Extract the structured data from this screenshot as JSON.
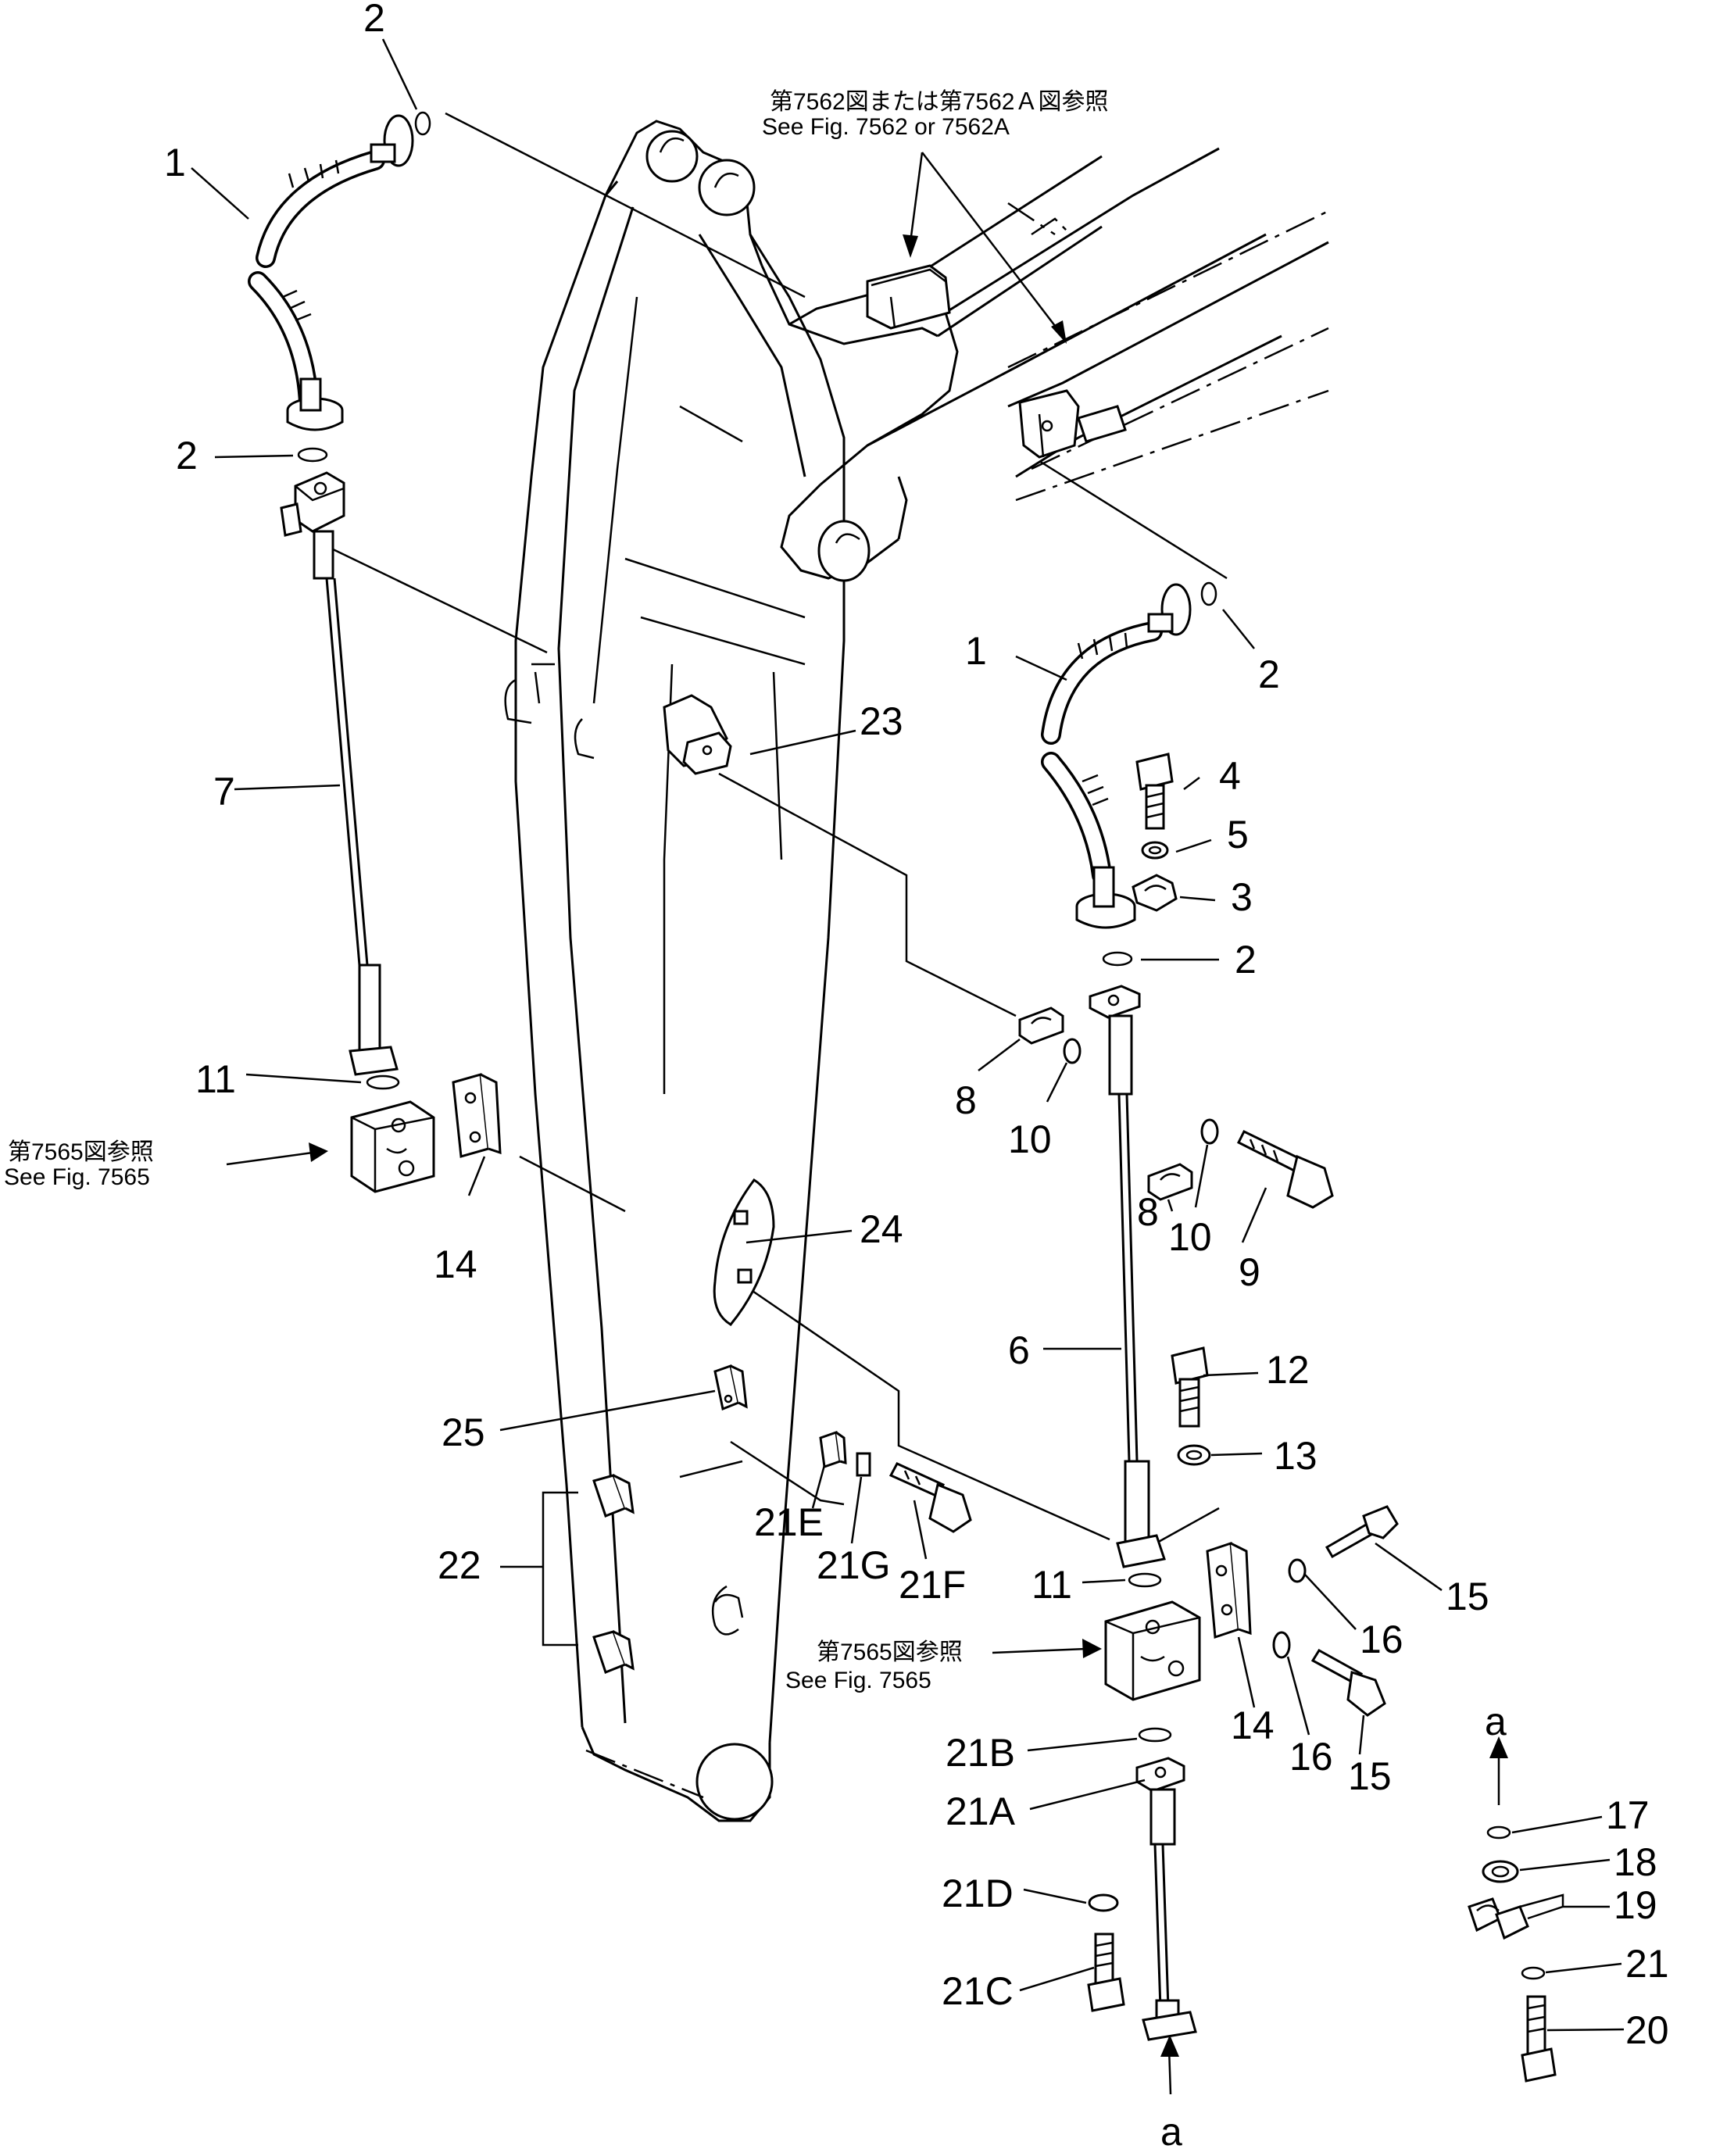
{
  "references": {
    "top": {
      "jp": "第7562図または第7562Ａ図参照",
      "en": "See  Fig.  7562   or   7562A"
    },
    "left": {
      "jp": "第7565図参照",
      "en": "See  Fig.  7565"
    },
    "center": {
      "jp": "第7565図参照",
      "en": "See  Fig.  7565"
    }
  },
  "callouts": {
    "c1a": "1",
    "c1b": "1",
    "c2a": "2",
    "c2b": "2",
    "c2c": "2",
    "c2d": "2",
    "c3": "3",
    "c4": "4",
    "c5": "5",
    "c6": "6",
    "c7": "7",
    "c8a": "8",
    "c8b": "8",
    "c9": "9",
    "c10a": "10",
    "c10b": "10",
    "c11a": "11",
    "c11b": "11",
    "c12": "12",
    "c13": "13",
    "c14a": "14",
    "c14b": "14",
    "c15a": "15",
    "c15b": "15",
    "c16a": "16",
    "c16b": "16",
    "c17": "17",
    "c18": "18",
    "c19": "19",
    "c20": "20",
    "c21": "21",
    "c21a": "21A",
    "c21b": "21B",
    "c21c": "21C",
    "c21d": "21D",
    "c21e": "21E",
    "c21f": "21F",
    "c21g": "21G",
    "c22": "22",
    "c23": "23",
    "c24": "24",
    "c25": "25",
    "ca1": "a",
    "ca2": "a"
  }
}
